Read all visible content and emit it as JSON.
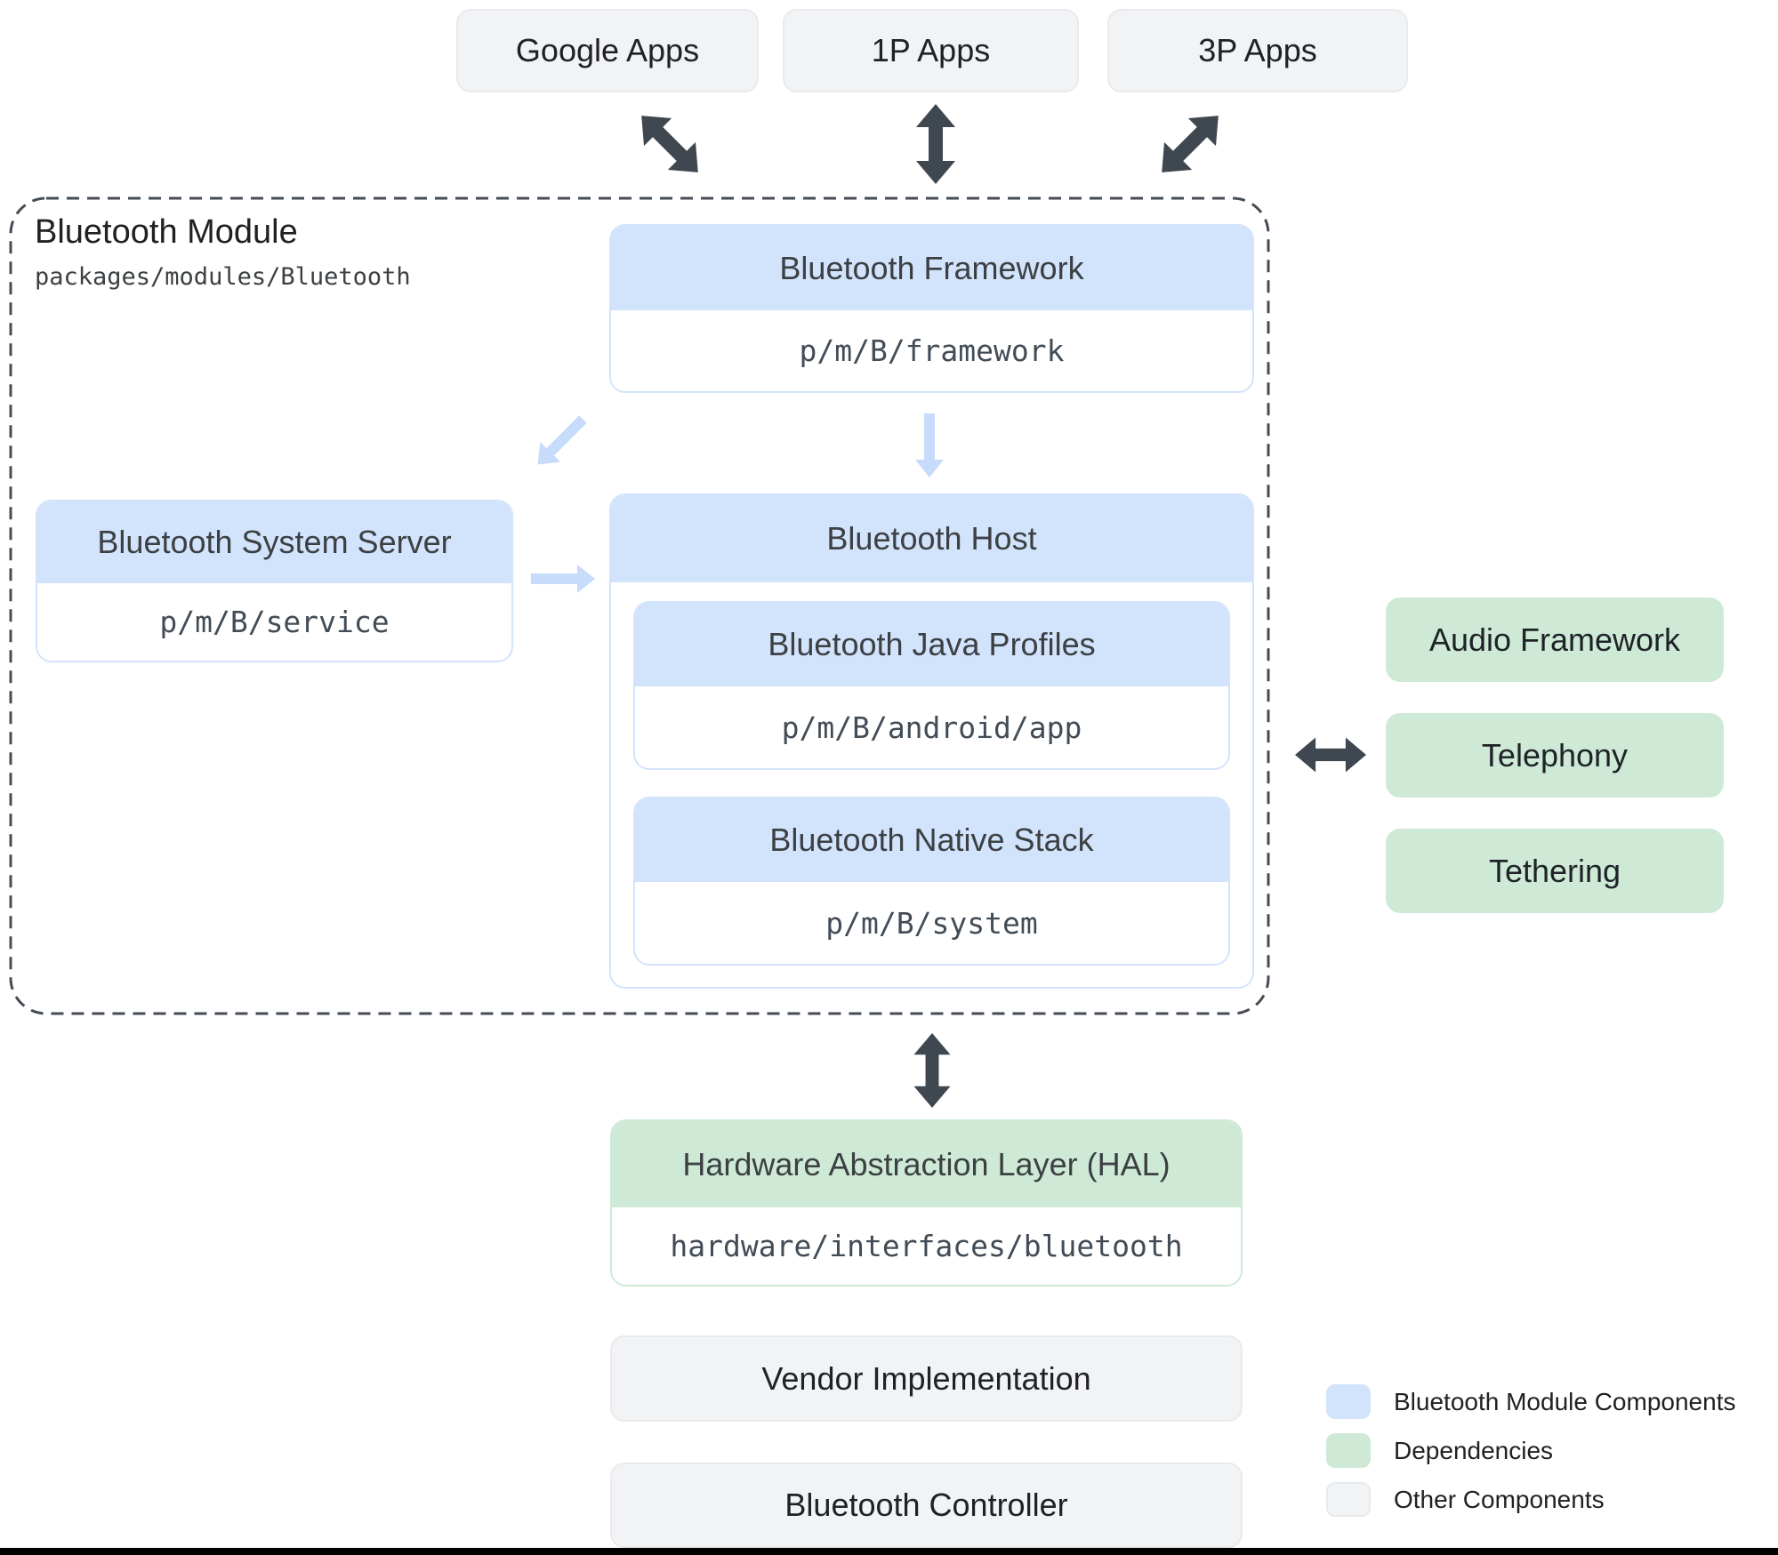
{
  "app_row": {
    "items": [
      {
        "label": "Google Apps"
      },
      {
        "label": "1P Apps"
      },
      {
        "label": "3P Apps"
      }
    ]
  },
  "module": {
    "title": "Bluetooth Module",
    "path": "packages/modules/Bluetooth",
    "framework": {
      "title": "Bluetooth Framework",
      "path": "p/m/B/framework"
    },
    "system_server": {
      "title": "Bluetooth System Server",
      "path": "p/m/B/service"
    },
    "host": {
      "title": "Bluetooth Host",
      "java_profiles": {
        "title": "Bluetooth Java Profiles",
        "path": "p/m/B/android/app"
      },
      "native_stack": {
        "title": "Bluetooth Native Stack",
        "path": "p/m/B/system"
      }
    }
  },
  "dependencies": {
    "items": [
      {
        "label": "Audio Framework"
      },
      {
        "label": "Telephony"
      },
      {
        "label": "Tethering"
      }
    ]
  },
  "hal": {
    "title": "Hardware Abstraction Layer (HAL)",
    "path": "hardware/interfaces/bluetooth"
  },
  "other_components": {
    "items": [
      {
        "label": "Vendor Implementation"
      },
      {
        "label": "Bluetooth Controller"
      }
    ]
  },
  "legend": {
    "items": [
      {
        "label": "Bluetooth Module Components",
        "color": "#d2e3fc"
      },
      {
        "label": "Dependencies",
        "color": "#ceead6"
      },
      {
        "label": "Other Components",
        "color": "#f1f3f4"
      }
    ]
  },
  "colors": {
    "module_component": "#d2e3fc",
    "dependency": "#ceead6",
    "other_component": "#f1f3f4",
    "dark_arrow": "#3f4750",
    "light_arrow": "#c7dbfa",
    "dashed_border": "#454c55"
  }
}
